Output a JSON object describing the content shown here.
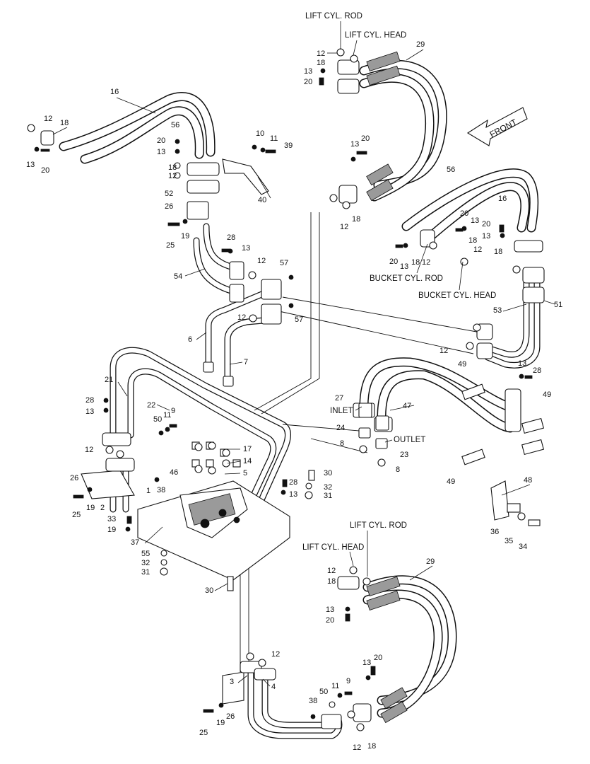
{
  "direction_marker": {
    "text": "FRONT"
  },
  "callouts": {
    "lift_cyl_rod_top": "LIFT CYL. ROD",
    "lift_cyl_head_top": "LIFT CYL. HEAD",
    "bucket_cyl_rod": "BUCKET CYL. ROD",
    "bucket_cyl_head": "BUCKET CYL. HEAD",
    "inlet": "INLET",
    "outlet": "OUTLET",
    "lift_cyl_rod_bottom": "LIFT CYL. ROD",
    "lift_cyl_head_bottom": "LIFT CYL. HEAD"
  },
  "part_numbers": [
    "12",
    "29",
    "18",
    "13",
    "20",
    "16",
    "12",
    "18",
    "56",
    "13",
    "20",
    "20",
    "13",
    "10",
    "11",
    "39",
    "18",
    "12",
    "52",
    "26",
    "25",
    "19",
    "28",
    "13",
    "40",
    "54",
    "12",
    "57",
    "12",
    "57",
    "6",
    "7",
    "13",
    "20",
    "12",
    "18",
    "56",
    "16",
    "20",
    "13",
    "20",
    "13",
    "18",
    "18",
    "20",
    "13",
    "18",
    "12",
    "12",
    "51",
    "53",
    "12",
    "13",
    "28",
    "49",
    "27",
    "47",
    "49",
    "24",
    "23",
    "8",
    "8",
    "49",
    "48",
    "36",
    "35",
    "34",
    "21",
    "22",
    "28",
    "13",
    "50",
    "11",
    "9",
    "12",
    "17",
    "14",
    "5",
    "26",
    "1",
    "38",
    "46",
    "30",
    "28",
    "13",
    "32",
    "31",
    "25",
    "19",
    "2",
    "33",
    "19",
    "37",
    "55",
    "32",
    "31",
    "30",
    "29",
    "18",
    "12",
    "13",
    "20",
    "12",
    "3",
    "4",
    "13",
    "20",
    "9",
    "11",
    "50",
    "38",
    "25",
    "19",
    "26",
    "12",
    "18"
  ]
}
